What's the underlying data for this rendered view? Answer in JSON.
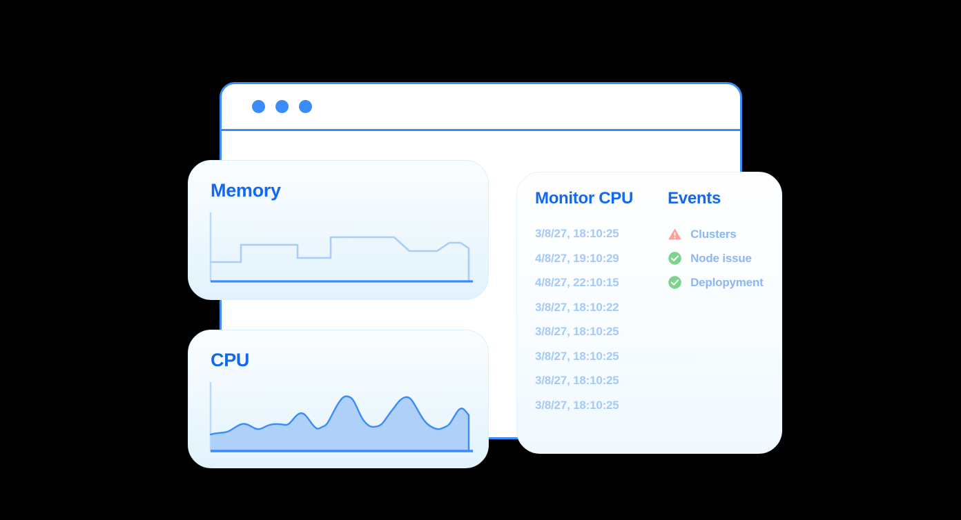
{
  "window": {
    "dots": [
      "window-dot-1",
      "window-dot-2",
      "window-dot-3"
    ],
    "dot_color": "#3B8CFB",
    "border_color": "#3B8CFB"
  },
  "cards": {
    "memory": {
      "title": "Memory",
      "title_color": "#1368F0"
    },
    "cpu": {
      "title": "CPU",
      "title_color": "#1368F0"
    }
  },
  "events_panel": {
    "monitor_heading": "Monitor CPU",
    "events_heading": "Events",
    "timestamps": [
      "3/8/27, 18:10:25",
      "4/8/27, 19:10:29",
      "4/8/27, 22:10:15",
      "3/8/27, 18:10:22",
      "3/8/27, 18:10:25",
      "3/8/27, 18:10:25",
      "3/8/27, 18:10:25",
      "3/8/27, 18:10:25"
    ],
    "events": [
      {
        "label": "Clusters",
        "icon": "warning-triangle-icon",
        "icon_color": "#F8A29A"
      },
      {
        "label": "Node issue",
        "icon": "check-circle-icon",
        "icon_color": "#7BD48C"
      },
      {
        "label": "Deplopyment",
        "icon": "check-circle-icon",
        "icon_color": "#7BD48C"
      }
    ]
  },
  "chart_data": [
    {
      "type": "line",
      "title": "Memory",
      "style": "stepped",
      "filled": false,
      "stroke": "#A8CEF8",
      "baseline_color": "#3B8CFB",
      "xlabel": "",
      "ylabel": "",
      "ylim": [
        0,
        100
      ],
      "x": [
        0,
        6,
        12,
        12,
        25,
        25,
        34,
        40,
        40,
        47,
        47,
        52,
        52,
        66,
        72,
        78,
        78,
        86,
        90,
        95,
        97,
        100
      ],
      "values": [
        28,
        28,
        28,
        52,
        52,
        52,
        52,
        34,
        34,
        34,
        34,
        62,
        62,
        62,
        48,
        40,
        40,
        40,
        56,
        52,
        34,
        34
      ]
    },
    {
      "type": "area",
      "title": "CPU",
      "style": "smooth",
      "filled": true,
      "stroke": "#3B8CFB",
      "fill": "#AFD0F8",
      "baseline_color": "#3B8CFB",
      "xlabel": "",
      "ylabel": "",
      "ylim": [
        0,
        100
      ],
      "x": [
        0,
        4,
        8,
        13,
        18,
        22,
        27,
        31,
        36,
        40,
        44,
        48,
        52,
        56,
        60,
        64,
        68,
        72,
        76,
        80,
        84,
        88,
        92,
        96,
        100
      ],
      "values": [
        24,
        26,
        31,
        42,
        33,
        38,
        41,
        35,
        52,
        59,
        38,
        33,
        50,
        78,
        60,
        42,
        40,
        56,
        74,
        70,
        52,
        38,
        34,
        52,
        44
      ]
    }
  ]
}
